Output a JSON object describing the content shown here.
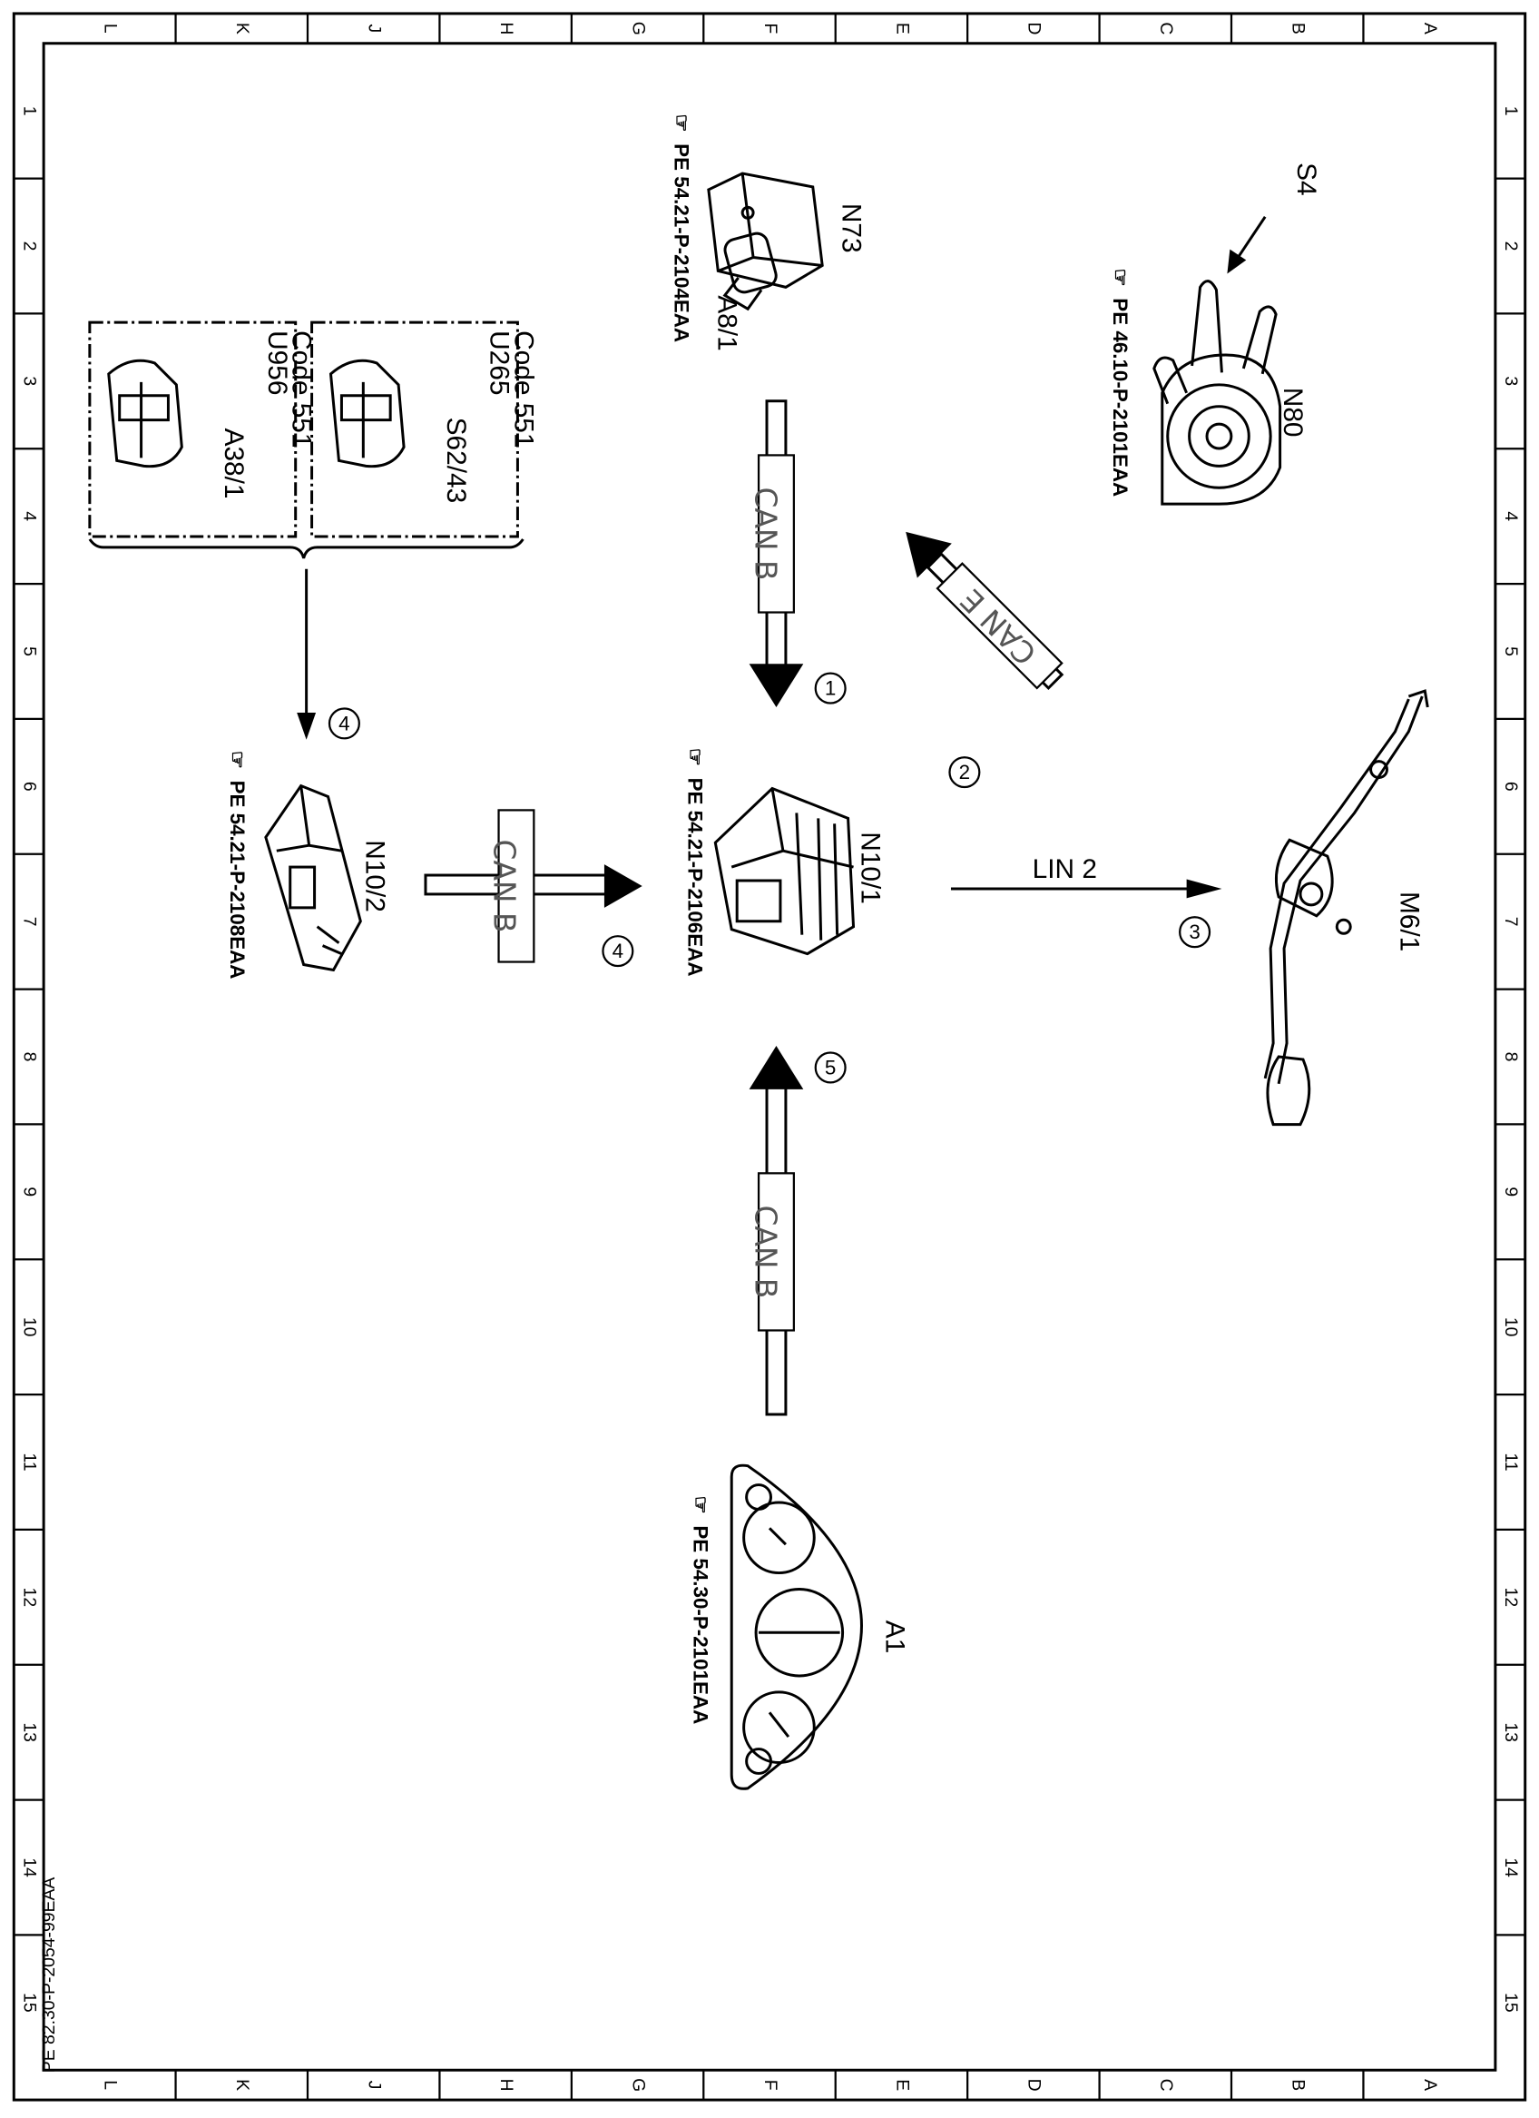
{
  "grid": {
    "columns": [
      "L",
      "K",
      "J",
      "H",
      "G",
      "F",
      "E",
      "D",
      "C",
      "B",
      "A"
    ],
    "rows": [
      "1",
      "2",
      "3",
      "4",
      "5",
      "6",
      "7",
      "8",
      "9",
      "10",
      "11",
      "12",
      "13",
      "14",
      "15"
    ]
  },
  "document_ref": "PE 82.30-P-2054-99EAA",
  "components": {
    "n73": {
      "label": "N73",
      "sub": "A8/1",
      "ref": "PE 54.21-P-2104EAA"
    },
    "n80": {
      "label": "N80",
      "ref": "PE 46.10-P-2101EAA"
    },
    "s4": {
      "label": "S4"
    },
    "s62": {
      "label": "S62/43",
      "code1": "Code 551",
      "code2": "U265"
    },
    "a38": {
      "label": "A38/1",
      "code1": "Code 551",
      "code2": "U956"
    },
    "n10_2": {
      "label": "N10/2",
      "ref": "PE 54.21-P-2108EAA"
    },
    "n10_1": {
      "label": "N10/1",
      "ref": "PE 54.21-P-2106EAA"
    },
    "m6": {
      "label": "M6/1"
    },
    "a1": {
      "label": "A1",
      "ref": "PE 54.30-P-2101EAA"
    }
  },
  "connections": [
    {
      "bus": "CAN B",
      "num": "1"
    },
    {
      "bus": "CAN E",
      "num": "2"
    },
    {
      "bus": "LIN 2",
      "num": "3"
    },
    {
      "bus": "CAN B",
      "num": "4"
    },
    {
      "bus": "CAN B",
      "num": "5"
    }
  ],
  "side_connection": {
    "num": "4"
  }
}
